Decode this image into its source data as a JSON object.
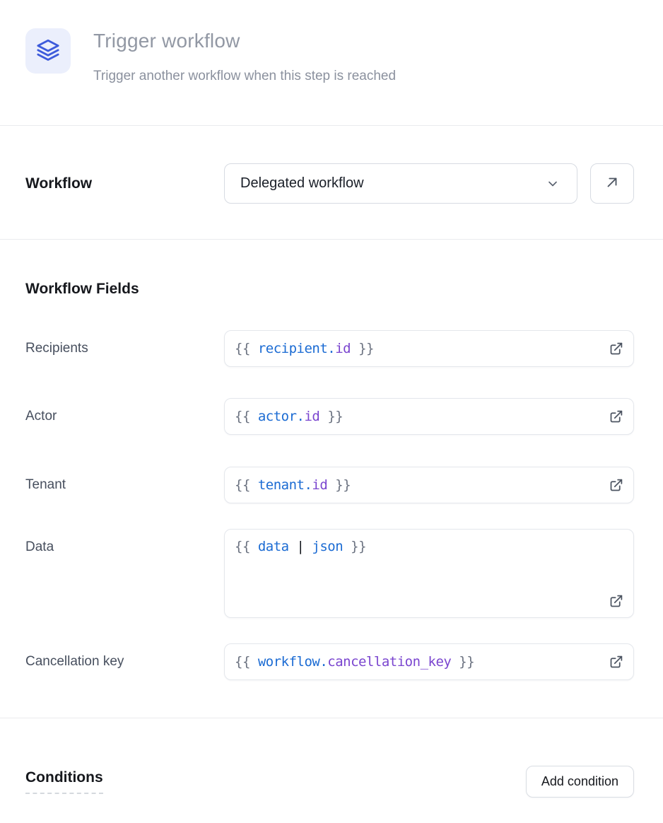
{
  "header": {
    "icon": "layers-icon",
    "title": "Trigger workflow",
    "subtitle": "Trigger another workflow when this step is reached"
  },
  "workflow_row": {
    "label": "Workflow",
    "selected_value": "Delegated workflow",
    "chevron_icon": "chevron-down-icon",
    "open_icon": "arrow-up-right-icon"
  },
  "fields_section": {
    "heading": "Workflow Fields",
    "rows": [
      {
        "label": "Recipients",
        "tokens": [
          {
            "type": "punct",
            "text": "{{ "
          },
          {
            "type": "var",
            "text": "recipient"
          },
          {
            "type": "var",
            "text": "."
          },
          {
            "type": "prop",
            "text": "id"
          },
          {
            "type": "punct",
            "text": " }}"
          }
        ]
      },
      {
        "label": "Actor",
        "tokens": [
          {
            "type": "punct",
            "text": "{{ "
          },
          {
            "type": "var",
            "text": "actor"
          },
          {
            "type": "var",
            "text": "."
          },
          {
            "type": "prop",
            "text": "id"
          },
          {
            "type": "punct",
            "text": " }}"
          }
        ]
      },
      {
        "label": "Tenant",
        "tokens": [
          {
            "type": "punct",
            "text": "{{ "
          },
          {
            "type": "var",
            "text": "tenant"
          },
          {
            "type": "var",
            "text": "."
          },
          {
            "type": "prop",
            "text": "id"
          },
          {
            "type": "punct",
            "text": " }}"
          }
        ]
      },
      {
        "label": "Data",
        "tokens": [
          {
            "type": "punct",
            "text": "{{ "
          },
          {
            "type": "var",
            "text": "data"
          },
          {
            "type": "pipe",
            "text": " | "
          },
          {
            "type": "var",
            "text": "json"
          },
          {
            "type": "punct",
            "text": " }}"
          }
        ]
      },
      {
        "label": "Cancellation key",
        "tokens": [
          {
            "type": "punct",
            "text": "{{ "
          },
          {
            "type": "var",
            "text": "workflow"
          },
          {
            "type": "var",
            "text": "."
          },
          {
            "type": "prop",
            "text": "cancellation_key"
          },
          {
            "type": "punct",
            "text": " }}"
          }
        ]
      }
    ]
  },
  "conditions_section": {
    "heading": "Conditions",
    "add_button_label": "Add condition"
  },
  "colors": {
    "accent_blue": "#3d5bdb",
    "icon_bg": "#ebeffc",
    "code_variable": "#1b6bd3",
    "code_property": "#7a45cf",
    "code_punct": "#6b7280",
    "code_pipe": "#15181e",
    "divider": "#eaebee",
    "heading_text": "#16181d",
    "muted_title": "#9298a4"
  }
}
